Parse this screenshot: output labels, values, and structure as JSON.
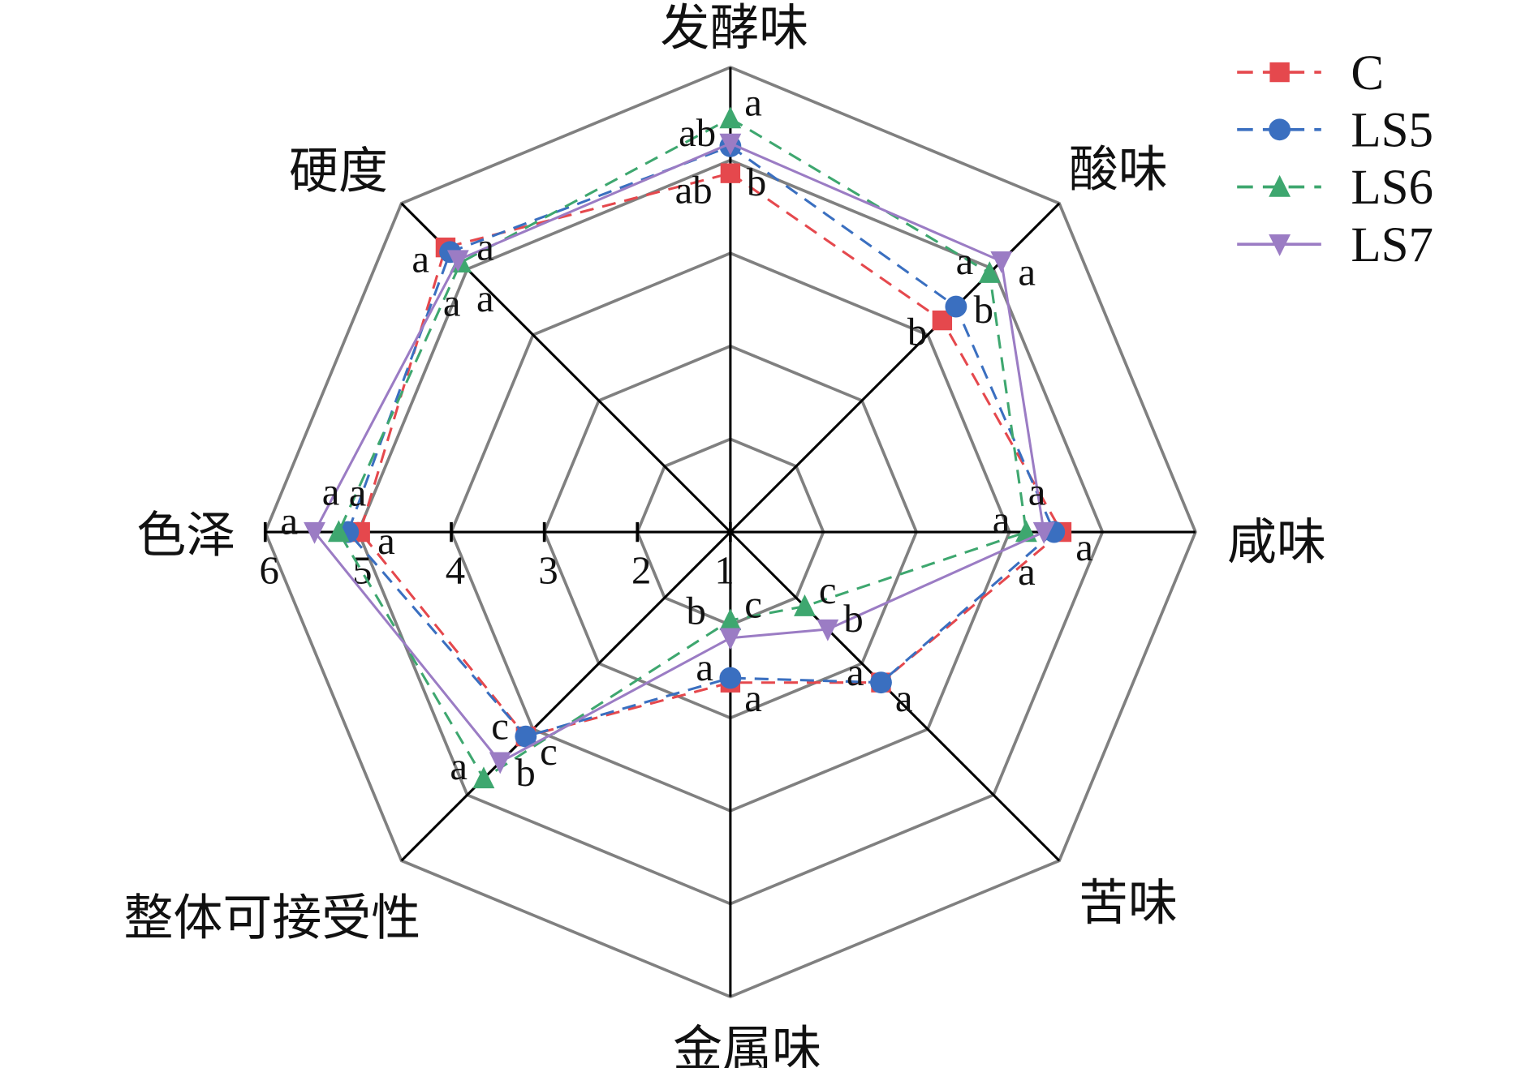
{
  "chart_data": {
    "type": "radar",
    "title": "",
    "axes": [
      "发酵味",
      "酸味",
      "咸味",
      "苦味",
      "金属味",
      "整体可接受性",
      "色泽",
      "硬度"
    ],
    "scale_ticks": [
      "6",
      "5",
      "4",
      "3",
      "2",
      "1"
    ],
    "rlim": [
      1,
      6
    ],
    "grid": true,
    "legend_position": "top-right",
    "series": [
      {
        "name": "C",
        "color": "#e5484d",
        "marker": "square",
        "dashed": true,
        "values": [
          4.86,
          4.22,
          4.56,
          3.29,
          2.62,
          4.11,
          4.98,
          5.33
        ],
        "letters": [
          "b",
          "b",
          "a",
          "a",
          "a",
          "c",
          "a",
          "a"
        ]
      },
      {
        "name": "LS5",
        "color": "#3a6fc0",
        "marker": "circle",
        "dashed": true,
        "values": [
          5.15,
          4.43,
          4.48,
          3.29,
          2.57,
          4.11,
          5.11,
          5.26
        ],
        "letters": [
          "ab",
          "b",
          "a",
          "a",
          "a",
          "c",
          "a",
          "a"
        ]
      },
      {
        "name": "LS6",
        "color": "#3ea76f",
        "marker": "triangle-up",
        "dashed": true,
        "values": [
          5.45,
          4.94,
          4.18,
          2.13,
          1.95,
          4.75,
          5.21,
          5.1
        ],
        "letters": [
          "a",
          "a",
          "a",
          "c",
          "c",
          "a",
          "a",
          "a"
        ]
      },
      {
        "name": "LS7",
        "color": "#9b7cc4",
        "marker": "triangle-down",
        "dashed": false,
        "values": [
          5.18,
          5.12,
          4.37,
          2.48,
          2.14,
          4.5,
          5.47,
          5.14
        ],
        "letters": [
          "ab",
          "a",
          "a",
          "b",
          "b",
          "b",
          "a",
          "a"
        ]
      }
    ]
  }
}
